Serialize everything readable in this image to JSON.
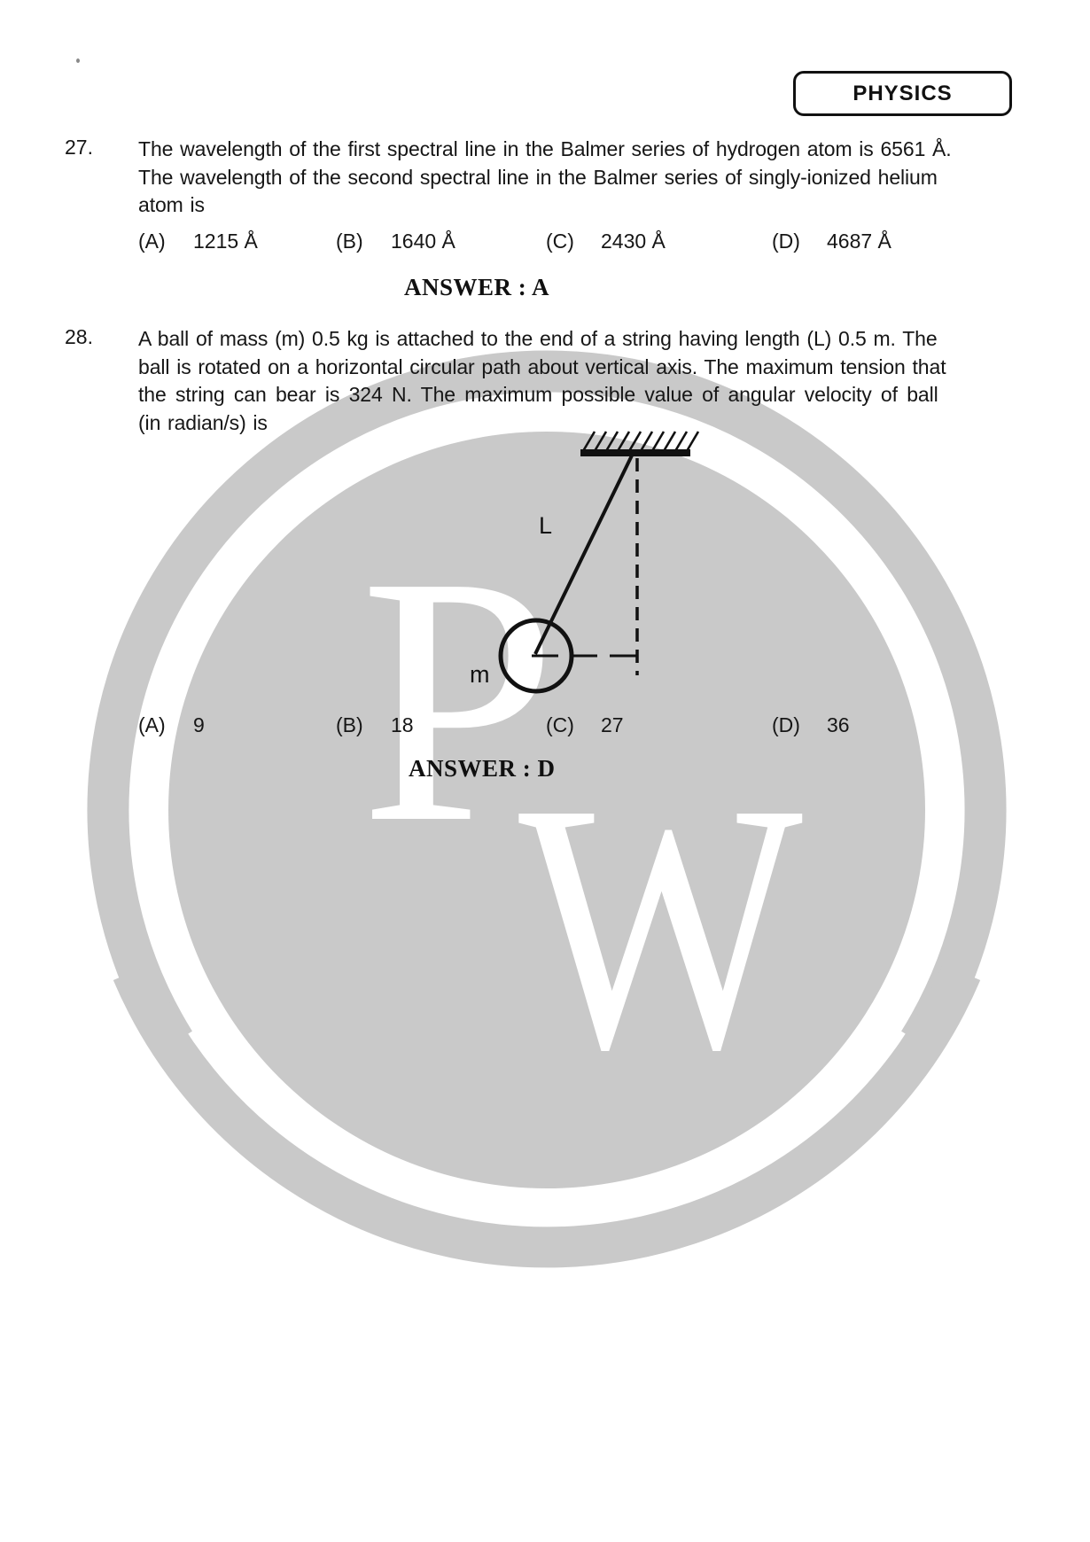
{
  "badge": {
    "label": "PHYSICS"
  },
  "q27": {
    "number": "27.",
    "lines": [
      "The wavelength of the first spectral line in the Balmer series of hydrogen atom is 6561 Å.",
      "The wavelength of the second spectral line in the Balmer series of singly-ionized helium",
      "atom is"
    ],
    "options": [
      {
        "label": "(A)",
        "value": "1215 Å"
      },
      {
        "label": "(B)",
        "value": "1640 Å"
      },
      {
        "label": "(C)",
        "value": "2430 Å"
      },
      {
        "label": "(D)",
        "value": "4687 Å"
      }
    ],
    "answer": "ANSWER : A"
  },
  "q28": {
    "number": "28.",
    "lines": [
      "A ball of mass (m) 0.5 kg is attached to the end of a string having length (L) 0.5 m. The",
      "ball is rotated on a horizontal circular path about vertical axis. The maximum tension that",
      "the string can bear is 324 N. The maximum possible value of angular velocity of ball",
      "(in radian/s) is"
    ],
    "options": [
      {
        "label": "(A)",
        "value": "9"
      },
      {
        "label": "(B)",
        "value": "18"
      },
      {
        "label": "(C)",
        "value": "27"
      },
      {
        "label": "(D)",
        "value": "36"
      }
    ],
    "answer": "ANSWER : D"
  },
  "diagram": {
    "string_label": "L",
    "mass_label": "m"
  },
  "watermark": {
    "letter_p": "P",
    "letter_w": "W",
    "color": "#c9c9c9"
  }
}
